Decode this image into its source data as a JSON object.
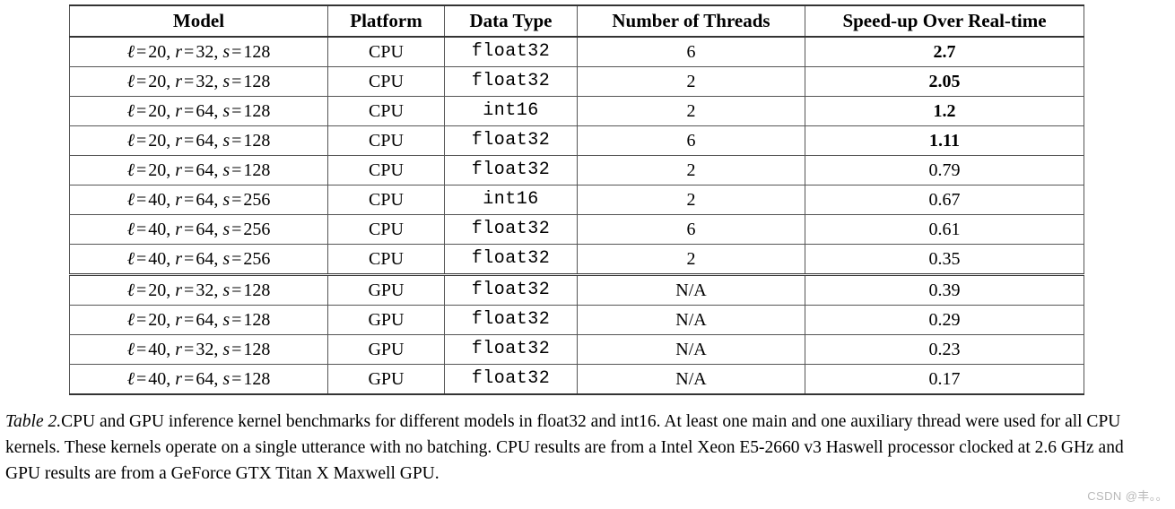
{
  "table": {
    "headers": [
      "Model",
      "Platform",
      "Data Type",
      "Number of Threads",
      "Speed-up Over Real-time"
    ],
    "rows": [
      {
        "model": "ℓ = 20, r = 32, s = 128",
        "model_parts": {
          "l_var": "ℓ",
          "l_val": "20",
          "r_var": "r",
          "r_val": "32",
          "s_var": "s",
          "s_val": "128"
        },
        "platform": "CPU",
        "data_type": "float32",
        "threads": "6",
        "speedup": "2.7",
        "speedup_bold": true,
        "group": "cpu"
      },
      {
        "model": "ℓ = 20, r = 32, s = 128",
        "model_parts": {
          "l_var": "ℓ",
          "l_val": "20",
          "r_var": "r",
          "r_val": "32",
          "s_var": "s",
          "s_val": "128"
        },
        "platform": "CPU",
        "data_type": "float32",
        "threads": "2",
        "speedup": "2.05",
        "speedup_bold": true,
        "group": "cpu"
      },
      {
        "model": "ℓ = 20, r = 64, s = 128",
        "model_parts": {
          "l_var": "ℓ",
          "l_val": "20",
          "r_var": "r",
          "r_val": "64",
          "s_var": "s",
          "s_val": "128"
        },
        "platform": "CPU",
        "data_type": "int16",
        "threads": "2",
        "speedup": "1.2",
        "speedup_bold": true,
        "group": "cpu"
      },
      {
        "model": "ℓ = 20, r = 64, s = 128",
        "model_parts": {
          "l_var": "ℓ",
          "l_val": "20",
          "r_var": "r",
          "r_val": "64",
          "s_var": "s",
          "s_val": "128"
        },
        "platform": "CPU",
        "data_type": "float32",
        "threads": "6",
        "speedup": "1.11",
        "speedup_bold": true,
        "group": "cpu"
      },
      {
        "model": "ℓ = 20, r = 64, s = 128",
        "model_parts": {
          "l_var": "ℓ",
          "l_val": "20",
          "r_var": "r",
          "r_val": "64",
          "s_var": "s",
          "s_val": "128"
        },
        "platform": "CPU",
        "data_type": "float32",
        "threads": "2",
        "speedup": "0.79",
        "speedup_bold": false,
        "group": "cpu"
      },
      {
        "model": "ℓ = 40, r = 64, s = 256",
        "model_parts": {
          "l_var": "ℓ",
          "l_val": "40",
          "r_var": "r",
          "r_val": "64",
          "s_var": "s",
          "s_val": "256"
        },
        "platform": "CPU",
        "data_type": "int16",
        "threads": "2",
        "speedup": "0.67",
        "speedup_bold": false,
        "group": "cpu"
      },
      {
        "model": "ℓ = 40, r = 64, s = 256",
        "model_parts": {
          "l_var": "ℓ",
          "l_val": "40",
          "r_var": "r",
          "r_val": "64",
          "s_var": "s",
          "s_val": "256"
        },
        "platform": "CPU",
        "data_type": "float32",
        "threads": "6",
        "speedup": "0.61",
        "speedup_bold": false,
        "group": "cpu"
      },
      {
        "model": "ℓ = 40, r = 64, s = 256",
        "model_parts": {
          "l_var": "ℓ",
          "l_val": "40",
          "r_var": "r",
          "r_val": "64",
          "s_var": "s",
          "s_val": "256"
        },
        "platform": "CPU",
        "data_type": "float32",
        "threads": "2",
        "speedup": "0.35",
        "speedup_bold": false,
        "group": "cpu"
      },
      {
        "model": "ℓ = 20, r = 32, s = 128",
        "model_parts": {
          "l_var": "ℓ",
          "l_val": "20",
          "r_var": "r",
          "r_val": "32",
          "s_var": "s",
          "s_val": "128"
        },
        "platform": "GPU",
        "data_type": "float32",
        "threads": "N/A",
        "speedup": "0.39",
        "speedup_bold": false,
        "group": "gpu"
      },
      {
        "model": "ℓ = 20, r = 64, s = 128",
        "model_parts": {
          "l_var": "ℓ",
          "l_val": "20",
          "r_var": "r",
          "r_val": "64",
          "s_var": "s",
          "s_val": "128"
        },
        "platform": "GPU",
        "data_type": "float32",
        "threads": "N/A",
        "speedup": "0.29",
        "speedup_bold": false,
        "group": "gpu"
      },
      {
        "model": "ℓ = 40, r = 32, s = 128",
        "model_parts": {
          "l_var": "ℓ",
          "l_val": "40",
          "r_var": "r",
          "r_val": "32",
          "s_var": "s",
          "s_val": "128"
        },
        "platform": "GPU",
        "data_type": "float32",
        "threads": "N/A",
        "speedup": "0.23",
        "speedup_bold": false,
        "group": "gpu"
      },
      {
        "model": "ℓ = 40, r = 64, s = 128",
        "model_parts": {
          "l_var": "ℓ",
          "l_val": "40",
          "r_var": "r",
          "r_val": "64",
          "s_var": "s",
          "s_val": "128"
        },
        "platform": "GPU",
        "data_type": "float32",
        "threads": "N/A",
        "speedup": "0.17",
        "speedup_bold": false,
        "group": "gpu"
      }
    ]
  },
  "caption": {
    "label": "Table 2.",
    "body": "CPU and GPU inference kernel benchmarks for different models in float32 and int16.  At least one main and one auxiliary thread were used for all CPU kernels.  These kernels operate on a single utterance with no batching.  CPU results are from a Intel Xeon E5-2660 v3 Haswell processor clocked at 2.6 GHz and GPU results are from a GeForce GTX Titan X Maxwell GPU."
  },
  "watermark": {
    "text": "CSDN @丰。。"
  },
  "colors": {
    "text": "#000000",
    "rule": "#555555",
    "heavy_rule": "#333333",
    "watermark": "#b9b9b9",
    "background": "#ffffff"
  }
}
